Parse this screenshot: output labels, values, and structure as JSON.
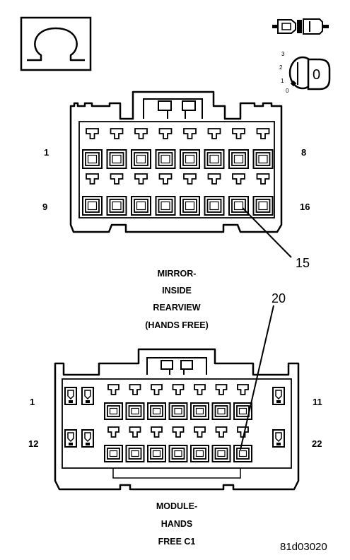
{
  "top_connector": {
    "pin_labels": {
      "top_left": "1",
      "top_right": "8",
      "bottom_left": "9",
      "bottom_right": "16"
    },
    "callout": "15",
    "caption_lines": [
      "MIRROR-",
      "INSIDE",
      "REARVIEW",
      "(HANDS FREE)"
    ]
  },
  "bottom_connector": {
    "pin_labels": {
      "top_left": "1",
      "top_right": "11",
      "bottom_left": "12",
      "bottom_right": "22"
    },
    "callout": "20",
    "caption_lines": [
      "MODULE-",
      "HANDS",
      "FREE C1"
    ]
  },
  "ignition_icon": {
    "positions": [
      "3",
      "2",
      "1",
      "0"
    ],
    "key_label": "0"
  },
  "figure_id": "81d03020",
  "icons": [
    "omega-icon",
    "connector-plug-icon",
    "ignition-switch-icon"
  ]
}
